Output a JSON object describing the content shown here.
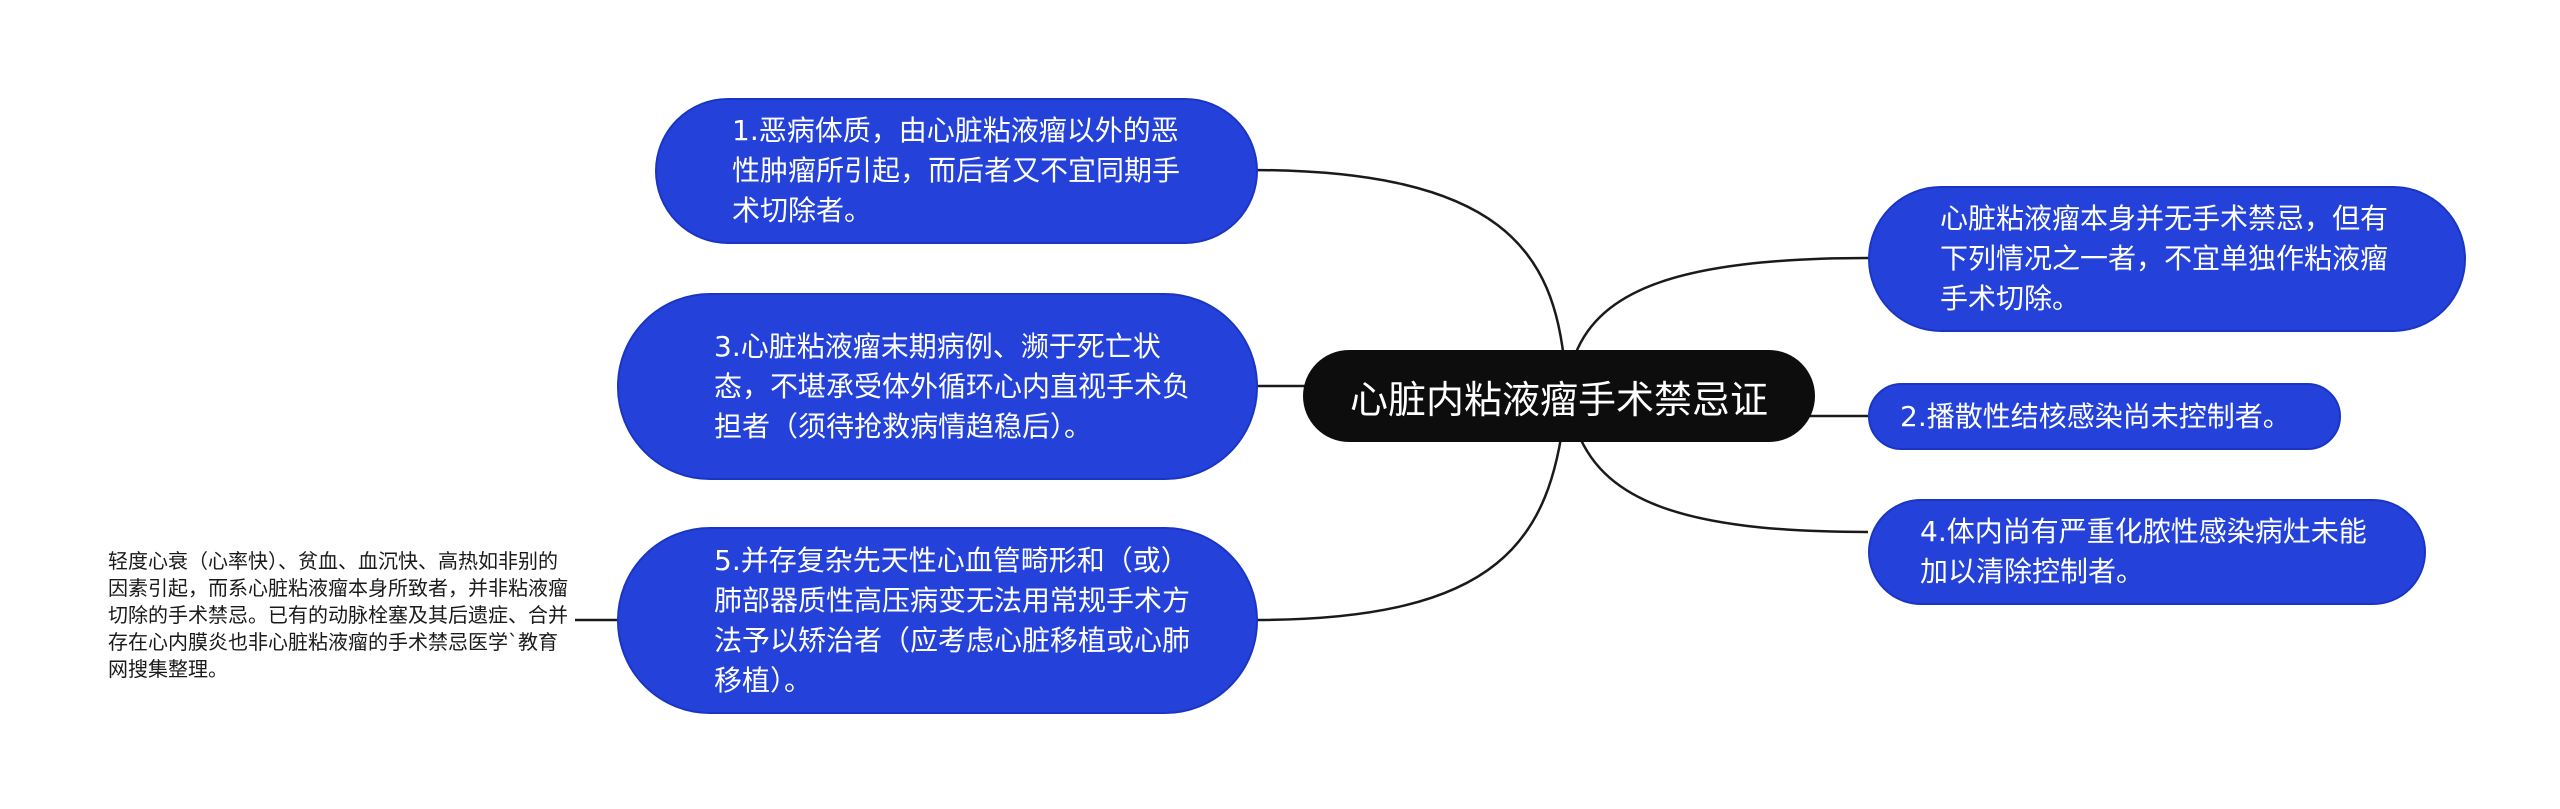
{
  "root": {
    "label": "心脏内粘液瘤手术禁忌证"
  },
  "left_nodes": [
    {
      "text": "1.恶病体质，由心脏粘液瘤以外的恶性肿瘤所引起，而后者又不宜同期手术切除者。"
    },
    {
      "text": "3.心脏粘液瘤末期病例、濒于死亡状态，不堪承受体外循环心内直视手术负担者（须待抢救病情趋稳后）。"
    },
    {
      "text": "5.并存复杂先天性心血管畸形和（或）肺部器质性高压病变无法用常规手术方法予以矫治者（应考虑心脏移植或心肺移植）。"
    }
  ],
  "right_nodes": [
    {
      "text": "心脏粘液瘤本身并无手术禁忌，但有下列情况之一者，不宜单独作粘液瘤手术切除。"
    },
    {
      "text": "2.播散性结核感染尚未控制者。"
    },
    {
      "text": "4.体内尚有严重化脓性感染病灶未能加以清除控制者。"
    }
  ],
  "side_note": {
    "text": "轻度心衰（心率快）、贫血、血沉快、高热如非别的因素引起，而系心脏粘液瘤本身所致者，并非粘液瘤切除的手术禁忌。已有的动脉栓塞及其后遗症、合并存在心内膜炎也非心脏粘液瘤的手术禁忌医学`教育网搜集整理。"
  },
  "colors": {
    "node_fill": "#2442d9",
    "root_fill": "#0d0d0d",
    "connector": "#1a1a1a"
  }
}
